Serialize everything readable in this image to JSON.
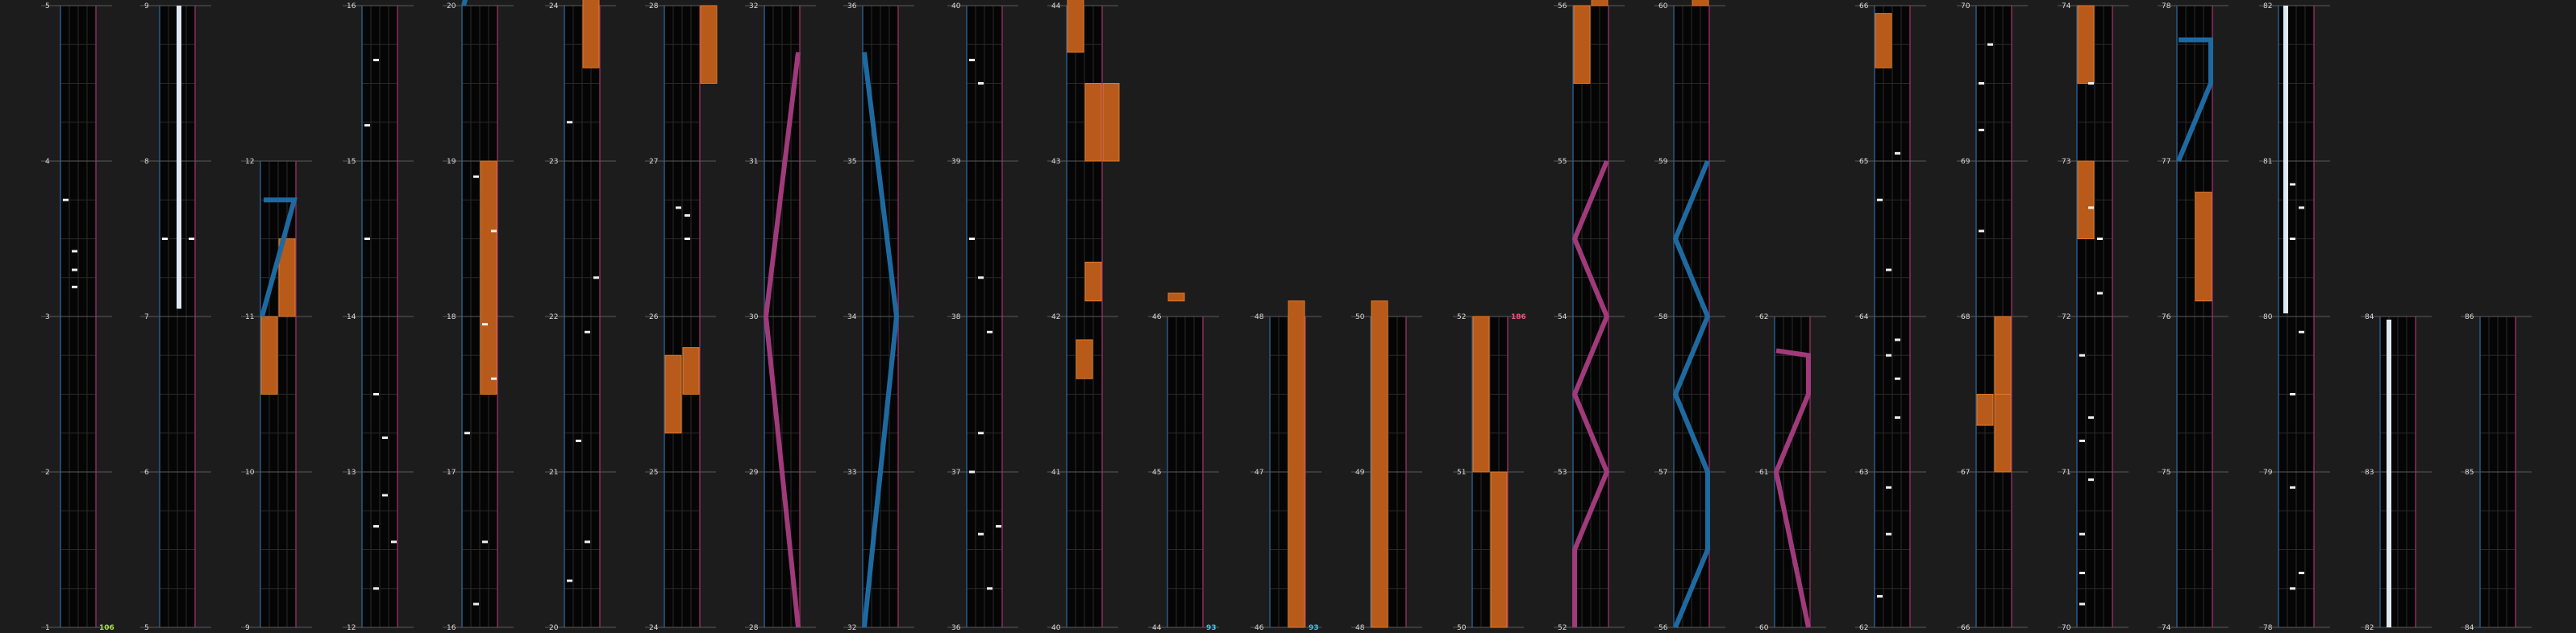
{
  "colors": {
    "background": "#1c1c1c",
    "lane_bg": "#050505",
    "lane_border_left": "#2a5a86",
    "lane_border_right": "#8e2a60",
    "grid": "#2a2a2a",
    "measure_line": "#5a5a5a",
    "hold_fill": "#b85a1a",
    "hold_edge": "#e07a2a",
    "tap": "#f0f0f0",
    "slide_blue": "#1e6aa0",
    "slide_pink": "#a03a7a",
    "combo_green": "#a8e040",
    "combo_cyan": "#40c8e8",
    "combo_pink": "#f05080",
    "white_hold": "#dfe8f0"
  },
  "columns": [
    {
      "id": "c0",
      "labels": [
        "1",
        "2",
        "3",
        "4",
        "5"
      ],
      "combo": {
        "text": "106",
        "color": "green"
      }
    },
    {
      "id": "c1",
      "labels": [
        "5",
        "6",
        "7",
        "8",
        "9"
      ]
    },
    {
      "id": "c2",
      "labels": [
        "9",
        "10",
        "11",
        "12"
      ]
    },
    {
      "id": "c3",
      "labels": [
        "12",
        "13",
        "14",
        "15",
        "16"
      ]
    },
    {
      "id": "c4",
      "labels": [
        "16",
        "17",
        "18",
        "19",
        "20"
      ]
    },
    {
      "id": "c5",
      "labels": [
        "20",
        "21",
        "22",
        "23",
        "24"
      ]
    },
    {
      "id": "c6",
      "labels": [
        "24",
        "25",
        "26",
        "27",
        "28"
      ]
    },
    {
      "id": "c7",
      "labels": [
        "28",
        "29",
        "30",
        "31",
        "32"
      ]
    },
    {
      "id": "c8",
      "labels": [
        "32",
        "33",
        "34",
        "35",
        "36"
      ]
    },
    {
      "id": "c9",
      "labels": [
        "36",
        "37",
        "38",
        "39",
        "40"
      ]
    },
    {
      "id": "c10",
      "labels": [
        "40",
        "41",
        "42",
        "43",
        "44"
      ]
    },
    {
      "id": "c11",
      "labels": [
        "44",
        "45",
        "46"
      ],
      "combo": {
        "text": "93",
        "color": "cyan"
      }
    },
    {
      "id": "c12",
      "labels": [
        "46",
        "47",
        "48"
      ],
      "combo": {
        "text": "93",
        "color": "cyan"
      }
    },
    {
      "id": "c13",
      "labels": [
        "48",
        "49",
        "50"
      ]
    },
    {
      "id": "c14",
      "labels": [
        "50",
        "51",
        "52"
      ],
      "combo": {
        "text": "186",
        "color": "pink"
      }
    },
    {
      "id": "c15",
      "labels": [
        "52",
        "53",
        "54",
        "55",
        "56"
      ]
    },
    {
      "id": "c16",
      "labels": [
        "56",
        "57",
        "58",
        "59",
        "60"
      ]
    },
    {
      "id": "c17",
      "labels": [
        "60",
        "61",
        "62"
      ]
    },
    {
      "id": "c18",
      "labels": [
        "62",
        "63",
        "64",
        "65",
        "66"
      ]
    },
    {
      "id": "c19",
      "labels": [
        "66",
        "67",
        "68",
        "69",
        "70"
      ]
    },
    {
      "id": "c20",
      "labels": [
        "70",
        "71",
        "72",
        "73",
        "74"
      ]
    },
    {
      "id": "c21",
      "labels": [
        "74",
        "75",
        "76",
        "77",
        "78"
      ]
    },
    {
      "id": "c22",
      "labels": [
        "78",
        "79",
        "80",
        "81",
        "82"
      ]
    },
    {
      "id": "c23",
      "labels": [
        "82",
        "83",
        "84"
      ]
    },
    {
      "id": "c24",
      "labels": [
        "84",
        "85",
        "86"
      ]
    }
  ]
}
